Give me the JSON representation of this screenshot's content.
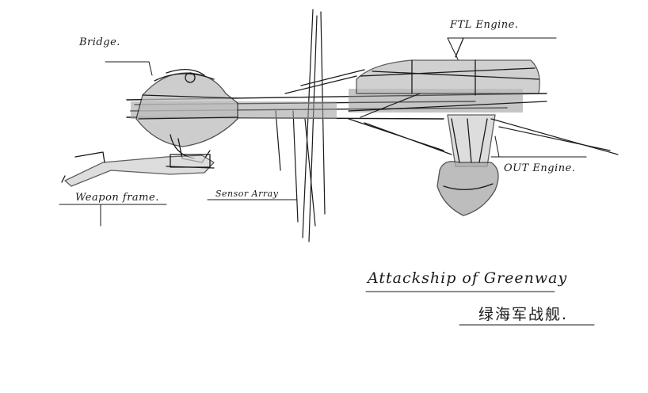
{
  "labels": {
    "bridge": "Bridge.",
    "ftl_engine": "FTL Engine.",
    "weapon_frame": "Weapon frame.",
    "sensor_array": "Sensor Array",
    "out_engine": "OUT Engine."
  },
  "title": {
    "english": "Attackship of Greenway",
    "chinese": "绿海军战舰."
  },
  "colors": {
    "ink": "#1a1a1a",
    "shade": "#8c8c8c",
    "paper": "#ffffff"
  }
}
